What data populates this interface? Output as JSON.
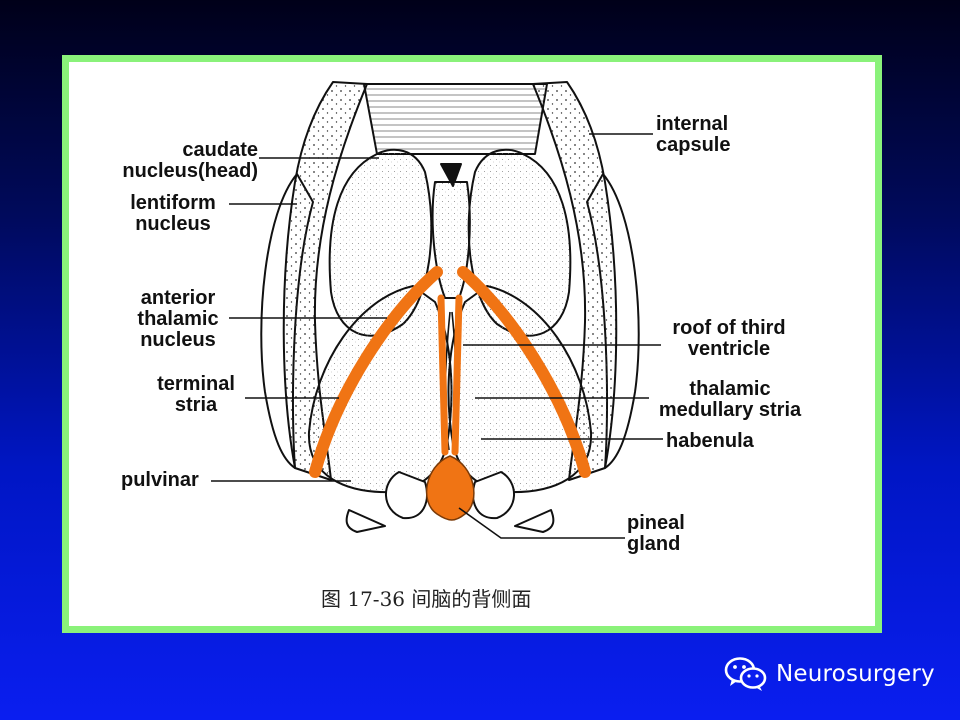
{
  "labels": {
    "caudate": "caudate\nnucleus(head)",
    "lentiform": "lentiform\nnucleus",
    "anterior_thalamic": "anterior\nthalamic\nnucleus",
    "terminal_stria": "terminal\nstria",
    "pulvinar": "pulvinar",
    "internal_capsule": "internal\ncapsule",
    "roof_third_ventricle": "roof of third\nventricle",
    "thalamic_medullary_stria": "thalamic\nmedullary stria",
    "habenula": "habenula",
    "pineal_gland": "pineal\ngland"
  },
  "caption": "图 17-36 间脑的背侧面",
  "watermark": {
    "text": "Neurosurgery",
    "icon": "wechat-icon"
  },
  "colors": {
    "frame": "#8af27a",
    "highlight": "#f07414",
    "background_top": "#000019",
    "background_bottom": "#0a1ef0"
  }
}
